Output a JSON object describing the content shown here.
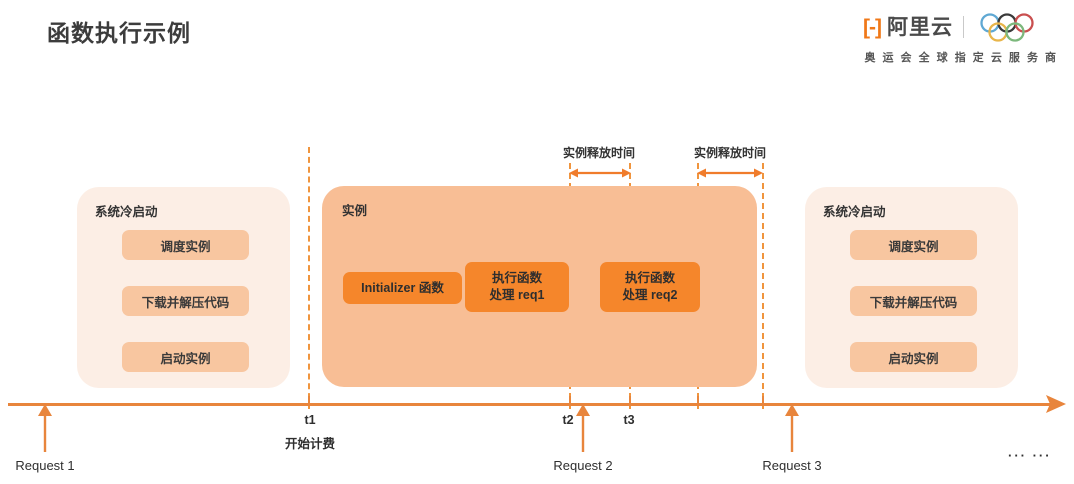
{
  "header": {
    "title": "函数执行示例",
    "brand": {
      "glyph": "[-]",
      "name": "阿里云",
      "tagline": "奥 运 会 全 球 指 定 云 服 务 商",
      "rings_icon": "olympic-rings-icon"
    }
  },
  "colors": {
    "accent": "#F5862B",
    "axis": "#E8853C",
    "dashed": "#F0953E",
    "instance_fill": "#F8BE95",
    "coldstart_fill": "#FCEEE5",
    "step_fill": "#F8C6A0"
  },
  "diagram": {
    "coldstart_left": {
      "title": "系统冷启动",
      "steps": [
        "调度实例",
        "下载并解压代码",
        "启动实例"
      ]
    },
    "instance": {
      "title": "实例",
      "blocks": [
        {
          "label": "Initializer 函数",
          "line1": "Initializer 函数",
          "line2": ""
        },
        {
          "label": "执行函数 处理 req1",
          "line1": "执行函数",
          "line2": "处理 req1"
        },
        {
          "label": "执行函数 处理 req2",
          "line1": "执行函数",
          "line2": "处理 req2"
        }
      ]
    },
    "coldstart_right": {
      "title": "系统冷启动",
      "steps": [
        "调度实例",
        "下载并解压代码",
        "启动实例"
      ]
    },
    "release_annotations": [
      {
        "label": "实例释放时间"
      },
      {
        "label": "实例释放时间"
      }
    ],
    "timeline": {
      "markers": [
        {
          "t": "t1",
          "sub": "开始计费"
        },
        {
          "t": "t2",
          "sub": ""
        },
        {
          "t": "t3",
          "sub": ""
        }
      ],
      "requests": [
        "Request 1",
        "Request 2",
        "Request 3"
      ],
      "continuation": "··· ···"
    }
  }
}
